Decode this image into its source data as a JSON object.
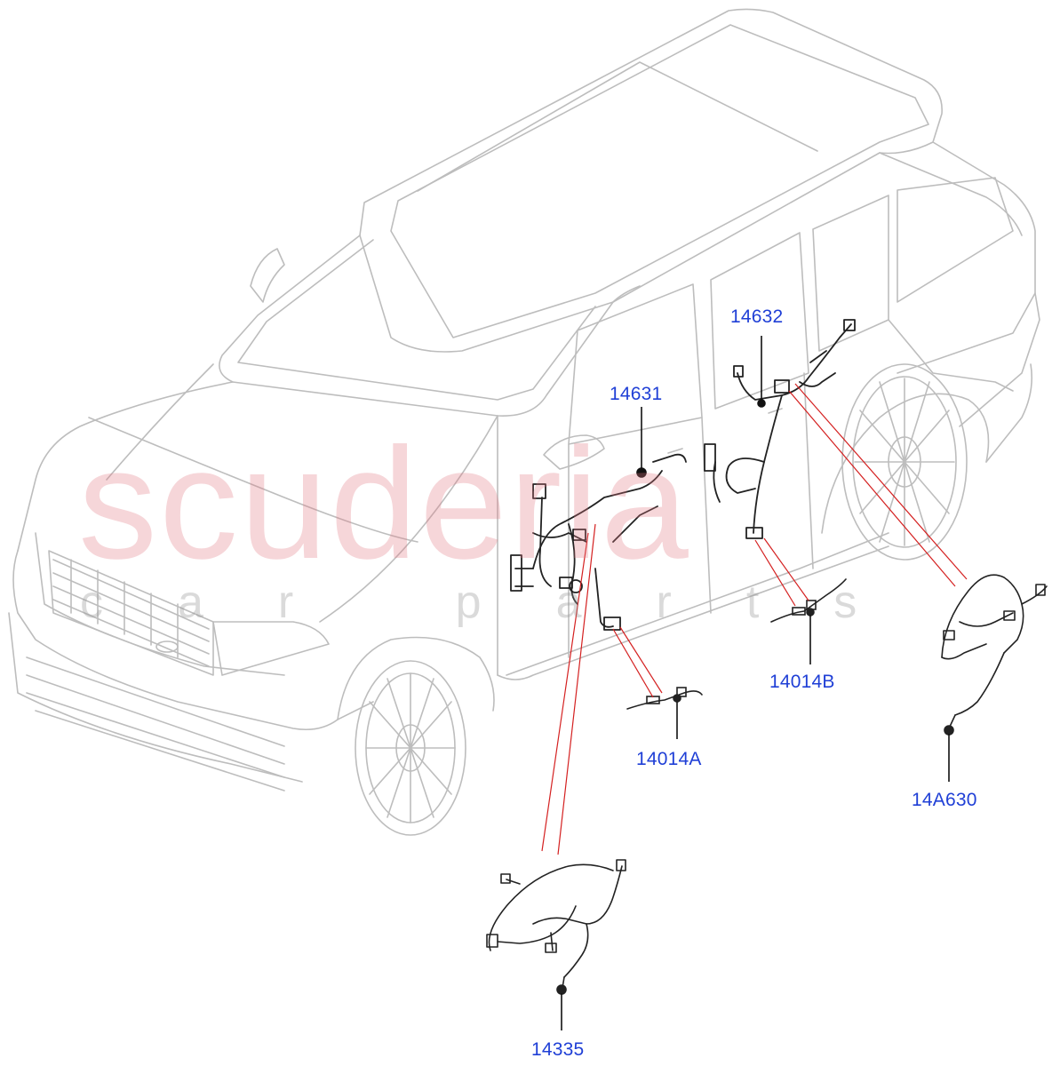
{
  "watermark": {
    "brand": "scuderia",
    "tagline": "car parts"
  },
  "colors": {
    "label": "#1f3fd6",
    "leader_red": "#d42020",
    "leader_black": "#111111",
    "vehicle_outline": "#bdbdbd",
    "harness": "#222222"
  },
  "parts": [
    {
      "id": "p14632",
      "label": "14632"
    },
    {
      "id": "p14631",
      "label": "14631"
    },
    {
      "id": "p14014B",
      "label": "14014B"
    },
    {
      "id": "p14014A",
      "label": "14014A"
    },
    {
      "id": "p14A630",
      "label": "14A630"
    },
    {
      "id": "p14335",
      "label": "14335"
    }
  ]
}
